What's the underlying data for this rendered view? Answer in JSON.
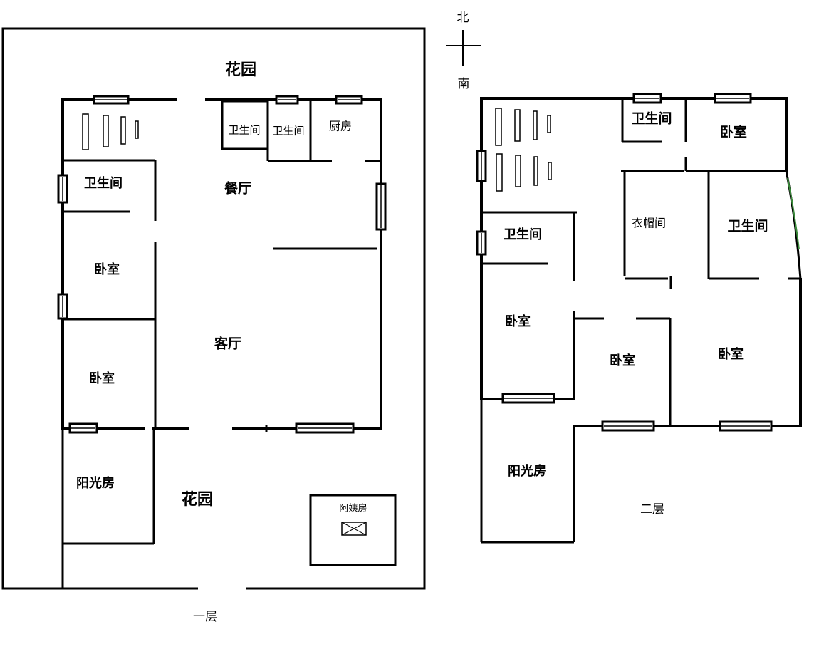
{
  "compass": {
    "north": "北",
    "south": "南"
  },
  "floor1": {
    "caption": "一层",
    "garden_top": "花园",
    "garden_bottom": "花园",
    "bath_a": "卫生间",
    "bath_b": "卫生间",
    "kitchen": "厨房",
    "bath_left": "卫生间",
    "dining": "餐厅",
    "bedroom_1": "卧室",
    "living": "客厅",
    "bedroom_2": "卧室",
    "sunroom": "阳光房",
    "maid_room": "阿姨房"
  },
  "floor2": {
    "caption": "二层",
    "bath_top": "卫生间",
    "bedroom_ne": "卧室",
    "closet": "衣帽间",
    "bath_right": "卫生间",
    "bath_left": "卫生间",
    "bedroom_w": "卧室",
    "bedroom_mid": "卧室",
    "bedroom_e": "卧室",
    "sunroom": "阳光房"
  }
}
